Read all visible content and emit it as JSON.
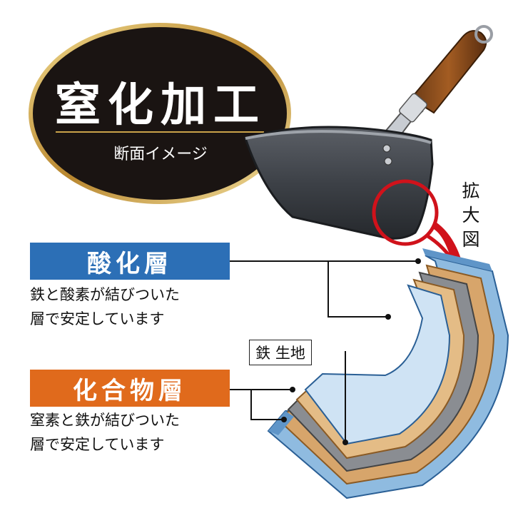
{
  "title": "窒化加工",
  "subtitle": "断面イメージ",
  "zoom_label": [
    "拡",
    "大",
    "図"
  ],
  "oxide_layer": {
    "title": "酸化層",
    "desc_line1": "鉄と酸素が結びついた",
    "desc_line2": "層で安定しています",
    "color": "#2c6fb6"
  },
  "nitride_layer": {
    "title": "化合物層",
    "desc_line1": "窒素と鉄が結びついた",
    "desc_line2": "層で安定しています",
    "color": "#e06a1c"
  },
  "iron_base_label": "鉄 生地",
  "colors": {
    "oval_bg": "#1a1412",
    "oval_gold": "#c9a24a",
    "zoom_circle": "#d0121b",
    "blue_layer": "#8fbbe0",
    "tan_layer": "#d7a56b",
    "grey_layer": "#8a8d92"
  }
}
